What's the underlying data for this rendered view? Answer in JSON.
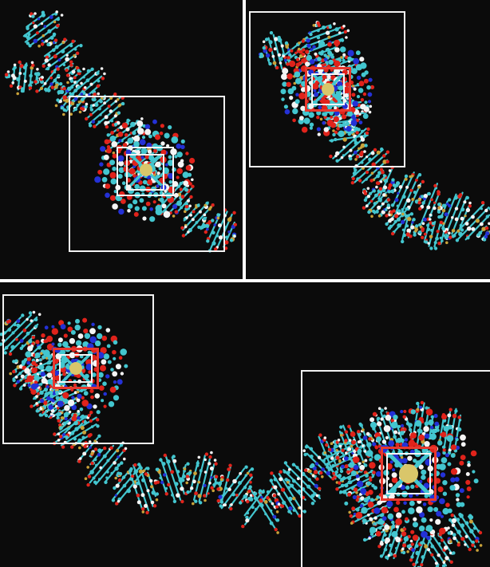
{
  "figure": {
    "panels": [
      {
        "id": "top-left",
        "content": "dna-helix-molecular-render",
        "highlights": [
          "outer-white-selection-box",
          "inner-white-selection-box",
          "inner-red-selection-box"
        ]
      },
      {
        "id": "top-right",
        "content": "dna-helix-molecular-render",
        "highlights": [
          "outer-white-selection-box",
          "inner-red-selection-box",
          "inner-white-selection-box"
        ]
      },
      {
        "id": "bottom",
        "content": "dna-helix-molecular-render",
        "highlights": [
          "left-white-selection-box",
          "right-white-selection-box",
          "left-red-selection-box",
          "right-red-selection-box"
        ]
      }
    ],
    "colors": {
      "background": "#0b0b0b",
      "carbon": "#43c6cf",
      "oxygen": "#e0231b",
      "nitrogen": "#2431d6",
      "hydrogen": "#f4f4f4",
      "phosphorus": "#c9a23a",
      "metal-center": "#d9c66a",
      "selection-white": "#f2f2f2",
      "selection-red": "#e8382e"
    }
  }
}
